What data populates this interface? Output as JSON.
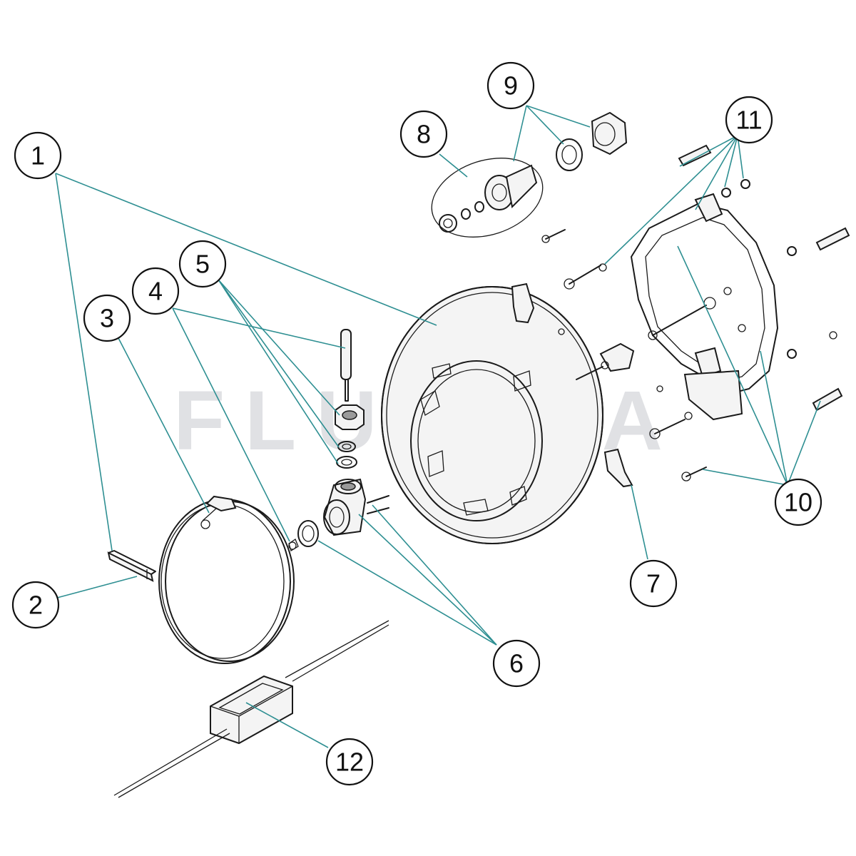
{
  "watermark": "FLUIDRA",
  "colors": {
    "leader": "#2e8f92",
    "outline": "#1a1a1a",
    "watermark": "#d6d8dc"
  },
  "callouts": [
    {
      "id": "1",
      "label": "1"
    },
    {
      "id": "2",
      "label": "2"
    },
    {
      "id": "3",
      "label": "3"
    },
    {
      "id": "4",
      "label": "4"
    },
    {
      "id": "5",
      "label": "5"
    },
    {
      "id": "6",
      "label": "6"
    },
    {
      "id": "7",
      "label": "7"
    },
    {
      "id": "8",
      "label": "8"
    },
    {
      "id": "9",
      "label": "9"
    },
    {
      "id": "10",
      "label": "10"
    },
    {
      "id": "11",
      "label": "11"
    },
    {
      "id": "12",
      "label": "12"
    }
  ]
}
